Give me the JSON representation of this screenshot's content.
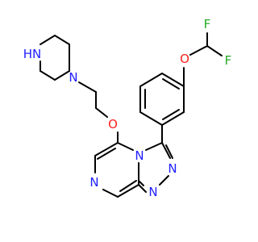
{
  "molecule": {
    "atoms": {
      "nh_piperazine": "HN",
      "n_piperazine": "N",
      "o_ether": "O",
      "n_bridge": "N",
      "n_pyrazine": "N",
      "n_triazole_1": "N",
      "n_triazole_2": "N",
      "o_aryl": "O",
      "f_top": "F",
      "f_right": "F"
    },
    "colors": {
      "bond": "#000000",
      "nitrogen": "#2020ff",
      "oxygen": "#ff2020",
      "fluorine": "#22aa22"
    }
  }
}
